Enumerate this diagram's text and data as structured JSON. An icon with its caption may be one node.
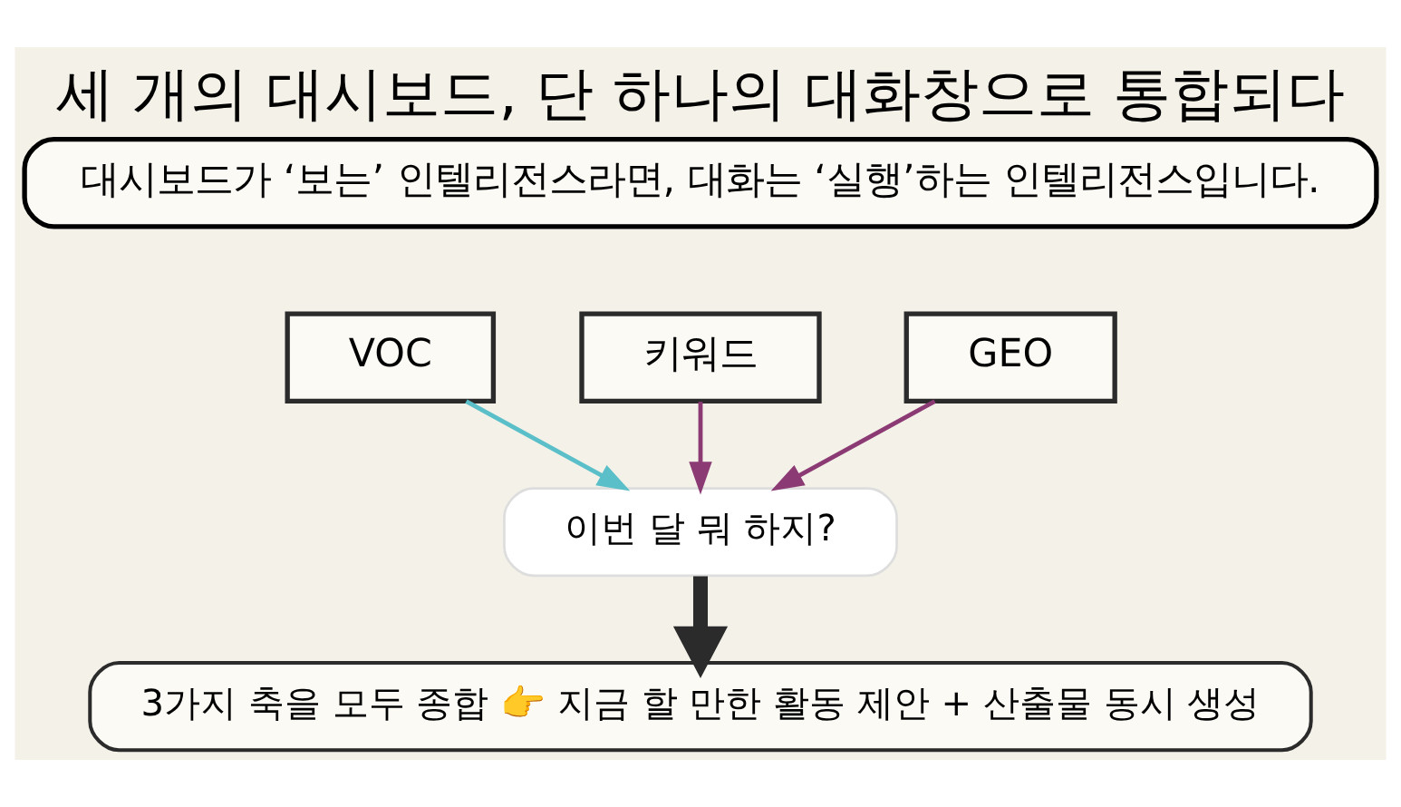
{
  "diagram": {
    "title": "세 개의 대시보드, 단 하나의 대화창으로 통합되다",
    "nodes": [
      {
        "text": [
          "대시보드가 ‘보는’ 인텔리전스라면, 대화는 ‘실행’하는 인텔리전스입니다."
        ]
      },
      {
        "text": [
          "VOC"
        ]
      },
      {
        "text": [
          "키워드"
        ]
      },
      {
        "text": [
          "GEO"
        ]
      },
      {
        "text": [
          "이번 달 뭐 하지?"
        ]
      },
      {
        "text": [
          "3가지 축을 모두 종합 👉 지금 할 만한 활동 제안 + 산출물 동시 생성"
        ]
      }
    ],
    "edges": [
      {
        "from": 1,
        "to": 4,
        "arrow": "to",
        "color": "#5bbfc9"
      },
      {
        "from": 2,
        "to": 4,
        "arrow": "to",
        "color": "#8b3a74"
      },
      {
        "from": 3,
        "to": 4,
        "arrow": "to",
        "color": "#8b3a74"
      },
      {
        "from": 4,
        "to": 5,
        "arrow": "to",
        "style": "thick",
        "color": "#2b2b2b"
      }
    ]
  }
}
